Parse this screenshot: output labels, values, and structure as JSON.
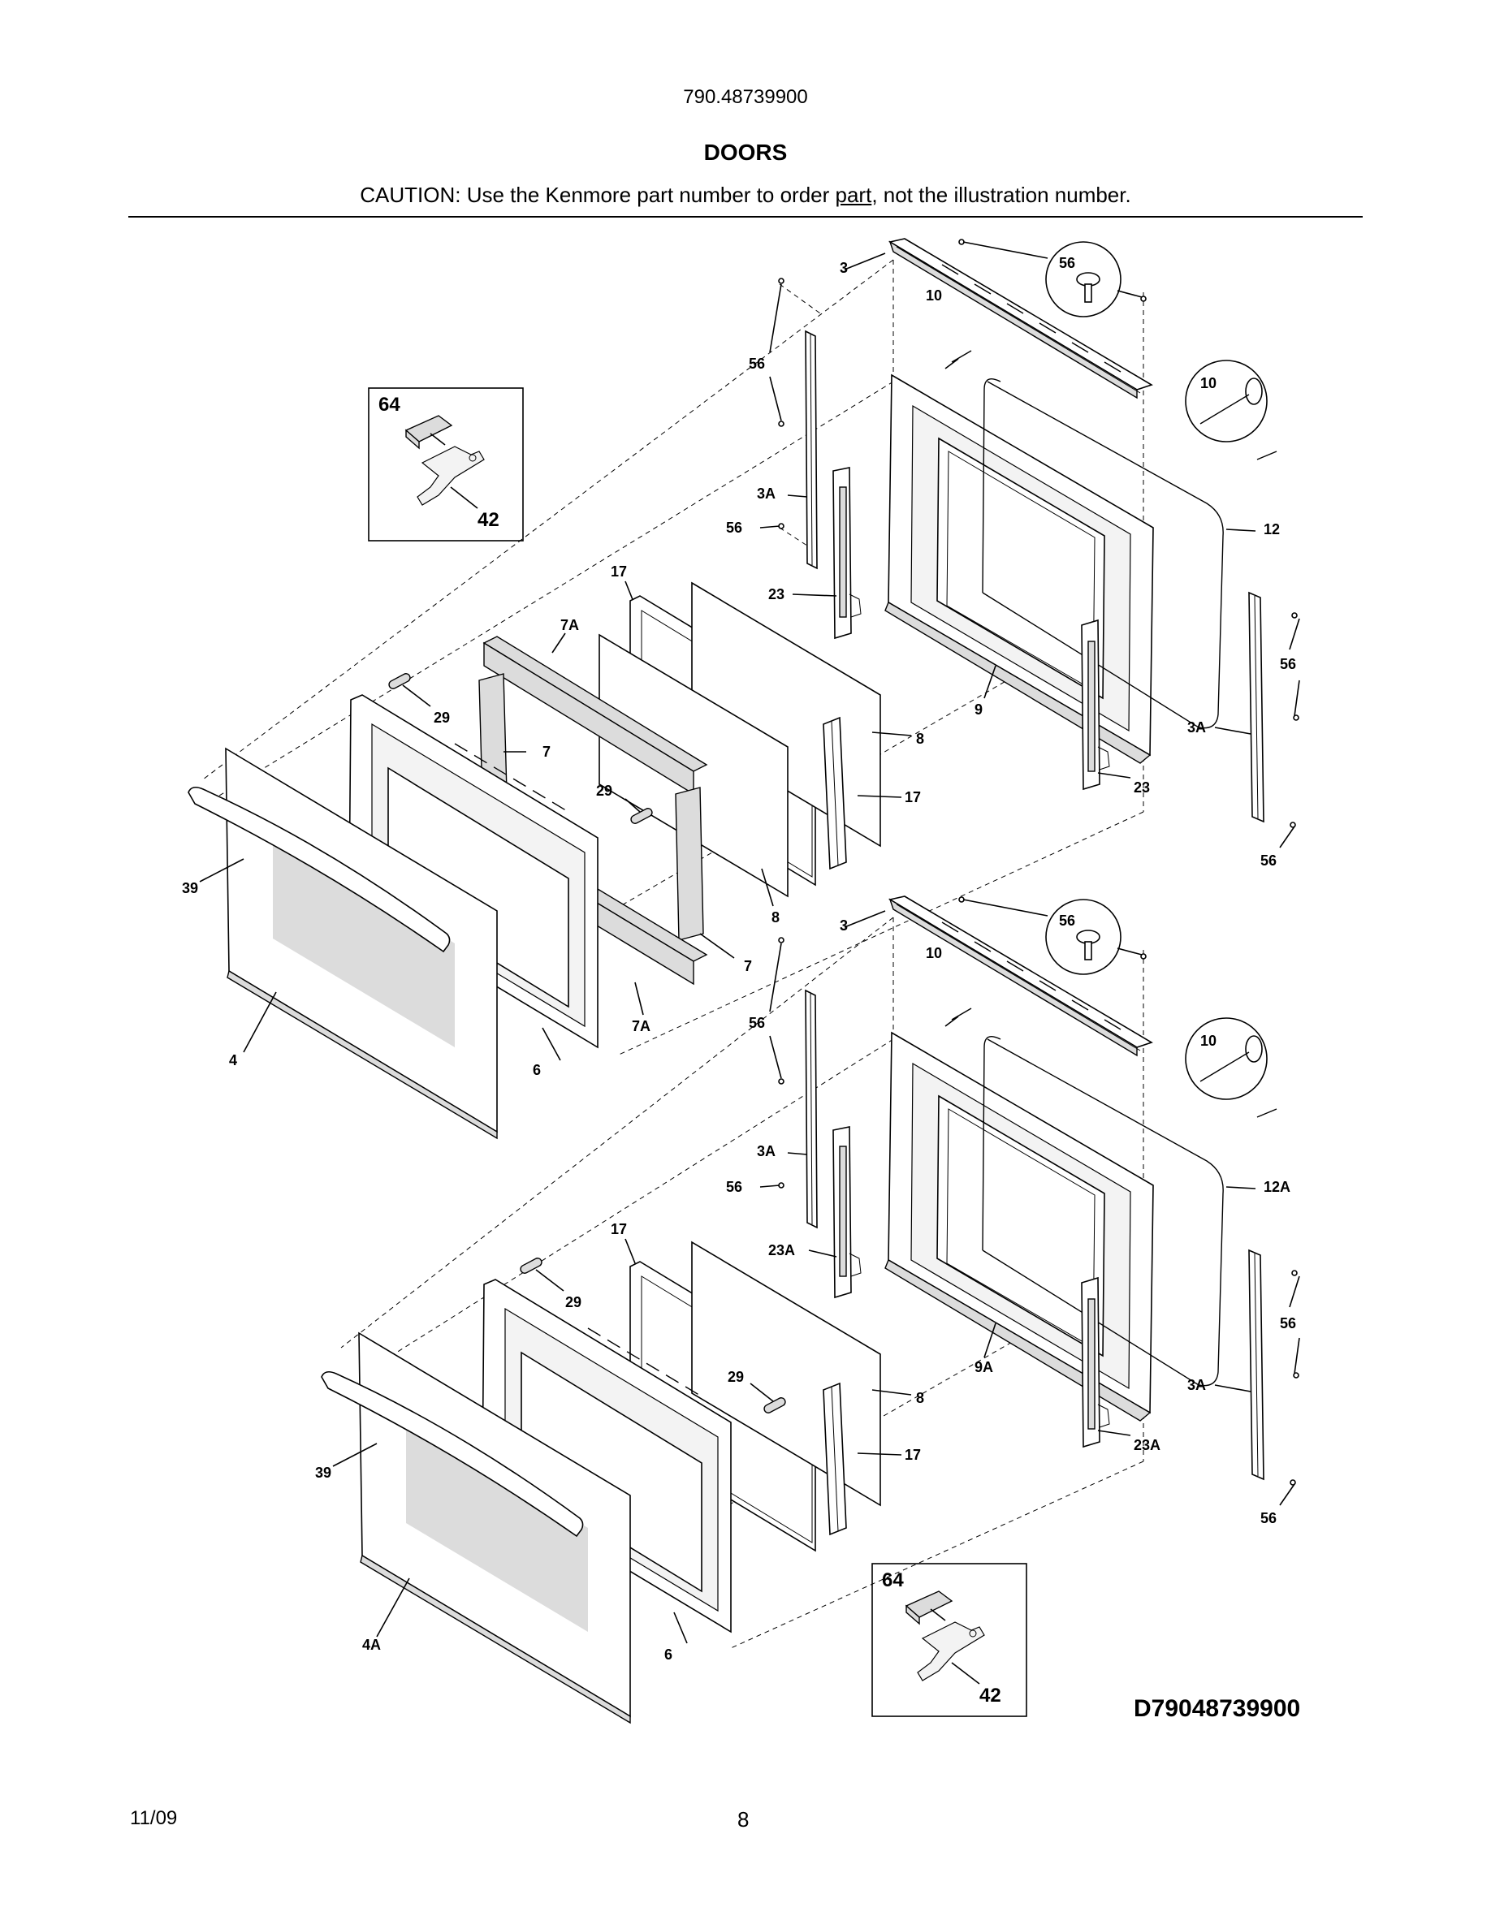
{
  "header": {
    "model_number": "790.48739900",
    "title": "DOORS",
    "caution_before": "CAUTION: Use the Kenmore part number to order ",
    "caution_underlined": "part",
    "caution_after": ", not the illustration number."
  },
  "footer": {
    "date": "11/09",
    "page_number": "8",
    "diagram_code": "D79048739900"
  },
  "callouts": {
    "upper": {
      "p3": "3",
      "p56_top": "56",
      "p10": "10",
      "p10_detail": "10",
      "p56_left": "56",
      "p3A_left": "3A",
      "p56_mid": "56",
      "p12": "12",
      "p17_top": "17",
      "p23_left": "23",
      "p7A_top": "7A",
      "p29_top": "29",
      "p7_top": "7",
      "p29_mid": "29",
      "p8_right": "8",
      "p17_right": "17",
      "p9": "9",
      "p56_right": "56",
      "p3A_right": "3A",
      "p23_right": "23",
      "p56_bottom": "56",
      "p39": "39",
      "p8_bottom": "8",
      "p7_bottom": "7",
      "p7A_bottom": "7A",
      "p4": "4",
      "p6": "6"
    },
    "lower": {
      "p3": "3",
      "p56_top": "56",
      "p10": "10",
      "p10_detail": "10",
      "p56_left": "56",
      "p3A_left": "3A",
      "p56_mid": "56",
      "p12A": "12A",
      "p17_top": "17",
      "p23A_left": "23A",
      "p29_top": "29",
      "p29_mid": "29",
      "p8_right": "8",
      "p17_right": "17",
      "p9A": "9A",
      "p56_right": "56",
      "p3A_right": "3A",
      "p23A_right": "23A",
      "p56_bottom": "56",
      "p39": "39",
      "p4A": "4A",
      "p6": "6"
    },
    "inset_upper": {
      "p64": "64",
      "p42": "42"
    },
    "inset_lower": {
      "p64": "64",
      "p42": "42"
    }
  }
}
